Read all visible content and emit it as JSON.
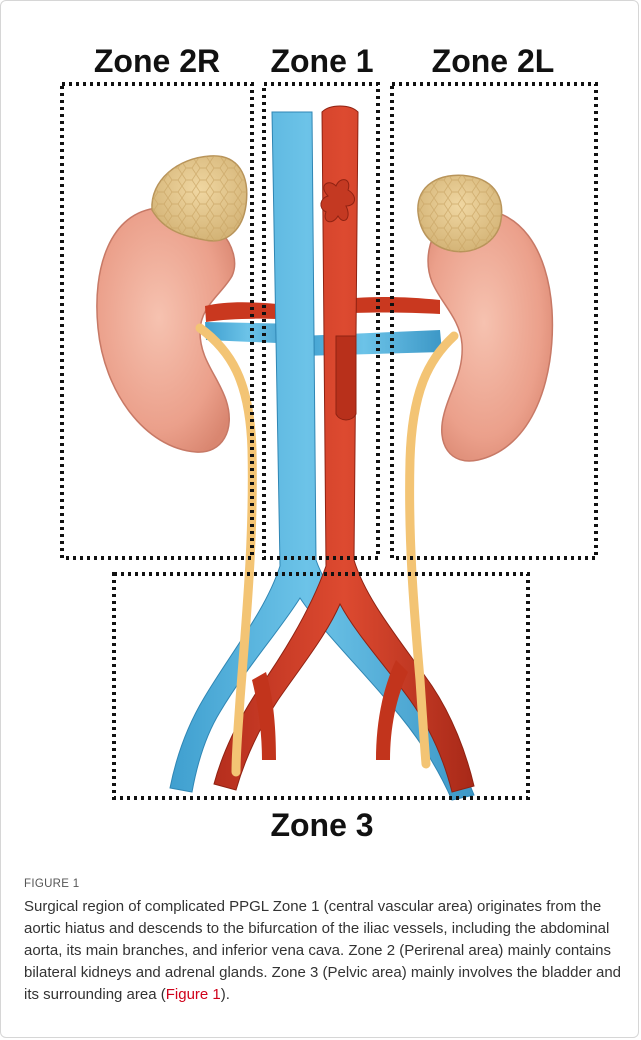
{
  "diagram": {
    "zone_labels": {
      "zone_2r": "Zone 2R",
      "zone_1": "Zone 1",
      "zone_2l": "Zone 2L",
      "zone_3": "Zone 3"
    },
    "colors": {
      "vein": "#52b2dc",
      "artery": "#cc3b26",
      "kidney": "#eba38f",
      "adrenal": "#e3c487",
      "ureter": "#f3c474",
      "zone_border": "#111111"
    }
  },
  "caption": {
    "figure_label": "FIGURE 1",
    "text": "Surgical region of complicated PPGL Zone 1 (central vascular area) originates from the aortic hiatus and descends to the bifurcation of the iliac vessels, including the abdominal aorta, its main branches, and inferior vena cava. Zone 2 (Perirenal area) mainly contains bilateral kidneys and adrenal glands. Zone 3 (Pelvic area) mainly involves the bladder and its surrounding area (",
    "link": "Figure 1",
    "text_end": ")."
  }
}
